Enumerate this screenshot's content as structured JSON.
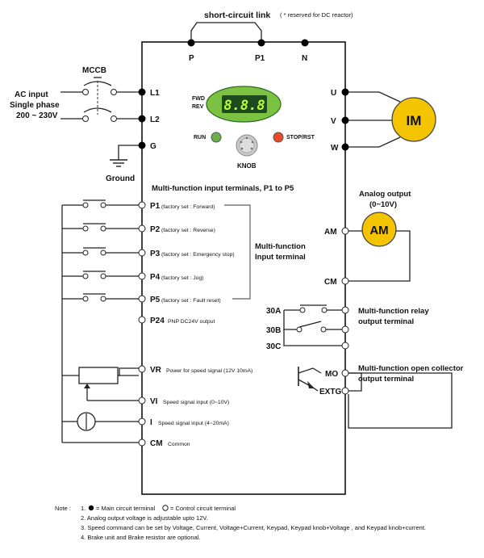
{
  "top": {
    "short_circuit_link": "short-circuit link",
    "reserved_note": "( * reserved for DC reactor)",
    "terminal_p": "P",
    "terminal_p1": "P1",
    "terminal_n": "N"
  },
  "input": {
    "mccb": "MCCB",
    "ac_line1": "AC input",
    "ac_line2": "Single phase",
    "ac_line3": "200 ~ 230V",
    "l1": "L1",
    "l2": "L2",
    "g": "G",
    "ground": "Ground"
  },
  "panel": {
    "fwd": "FWD",
    "rev": "REV",
    "display": "8.8.8",
    "run": "RUN",
    "stop": "STOP/RST",
    "knob": "KNOB"
  },
  "motor": {
    "u": "U",
    "v": "V",
    "w": "W",
    "im": "IM"
  },
  "inputs": {
    "heading": "Multi-function input terminals, P1 to P5",
    "group_label_1": "Multi-function",
    "group_label_2": "Input terminal",
    "terminals": [
      {
        "name": "P1",
        "desc": "(factory set : Forward)"
      },
      {
        "name": "P2",
        "desc": "(factory set : Reverse)"
      },
      {
        "name": "P3",
        "desc": "(factory set : Emergency stop)"
      },
      {
        "name": "P4",
        "desc": "(factory set : Jog)"
      },
      {
        "name": "P5",
        "desc": "(factory set : Fault reset)"
      }
    ],
    "p24": "P24",
    "p24_desc": "PNP DC24V output",
    "vr": "VR",
    "vr_desc": "Power for speed signal (12V 10mA)",
    "vi": "VI",
    "vi_desc": "Speed signal input (0~10V)",
    "i": "I",
    "i_desc": "Speed signal input (4~20mA)",
    "cm": "CM",
    "cm_desc": "Common"
  },
  "outputs": {
    "analog_title_1": "Analog output",
    "analog_title_2": "(0~10V)",
    "am": "AM",
    "am_meter": "AM",
    "cm": "CM",
    "relay_30a": "30A",
    "relay_30b": "30B",
    "relay_30c": "30C",
    "relay_label_1": "Multi-function relay",
    "relay_label_2": "output terminal",
    "mo": "MO",
    "extg": "EXTG",
    "oc_label_1": "Multi-function open collector",
    "oc_label_2": "output terminal"
  },
  "notes": {
    "prefix": "Note :",
    "n1a": "1.",
    "n1b": "= Main circuit terminal",
    "n1c": "= Control circuit terminal",
    "n2": "2. Analog output voltage is adjustable upto 12V.",
    "n3": "3. Speed command can be set by Voltage, Current, Voltage+Current, Keypad, Keypad knob+Voltage , and Keypad knob+current.",
    "n4": "4. Brake unit and Brake resistor are optional."
  },
  "colors": {
    "display_green": "#7cc242",
    "display_dark": "#1e4a1e",
    "display_digits": "#b8ff3a",
    "motor_yellow": "#f5c400",
    "run_led": "#6bb04a",
    "stop_led": "#e8492a"
  }
}
